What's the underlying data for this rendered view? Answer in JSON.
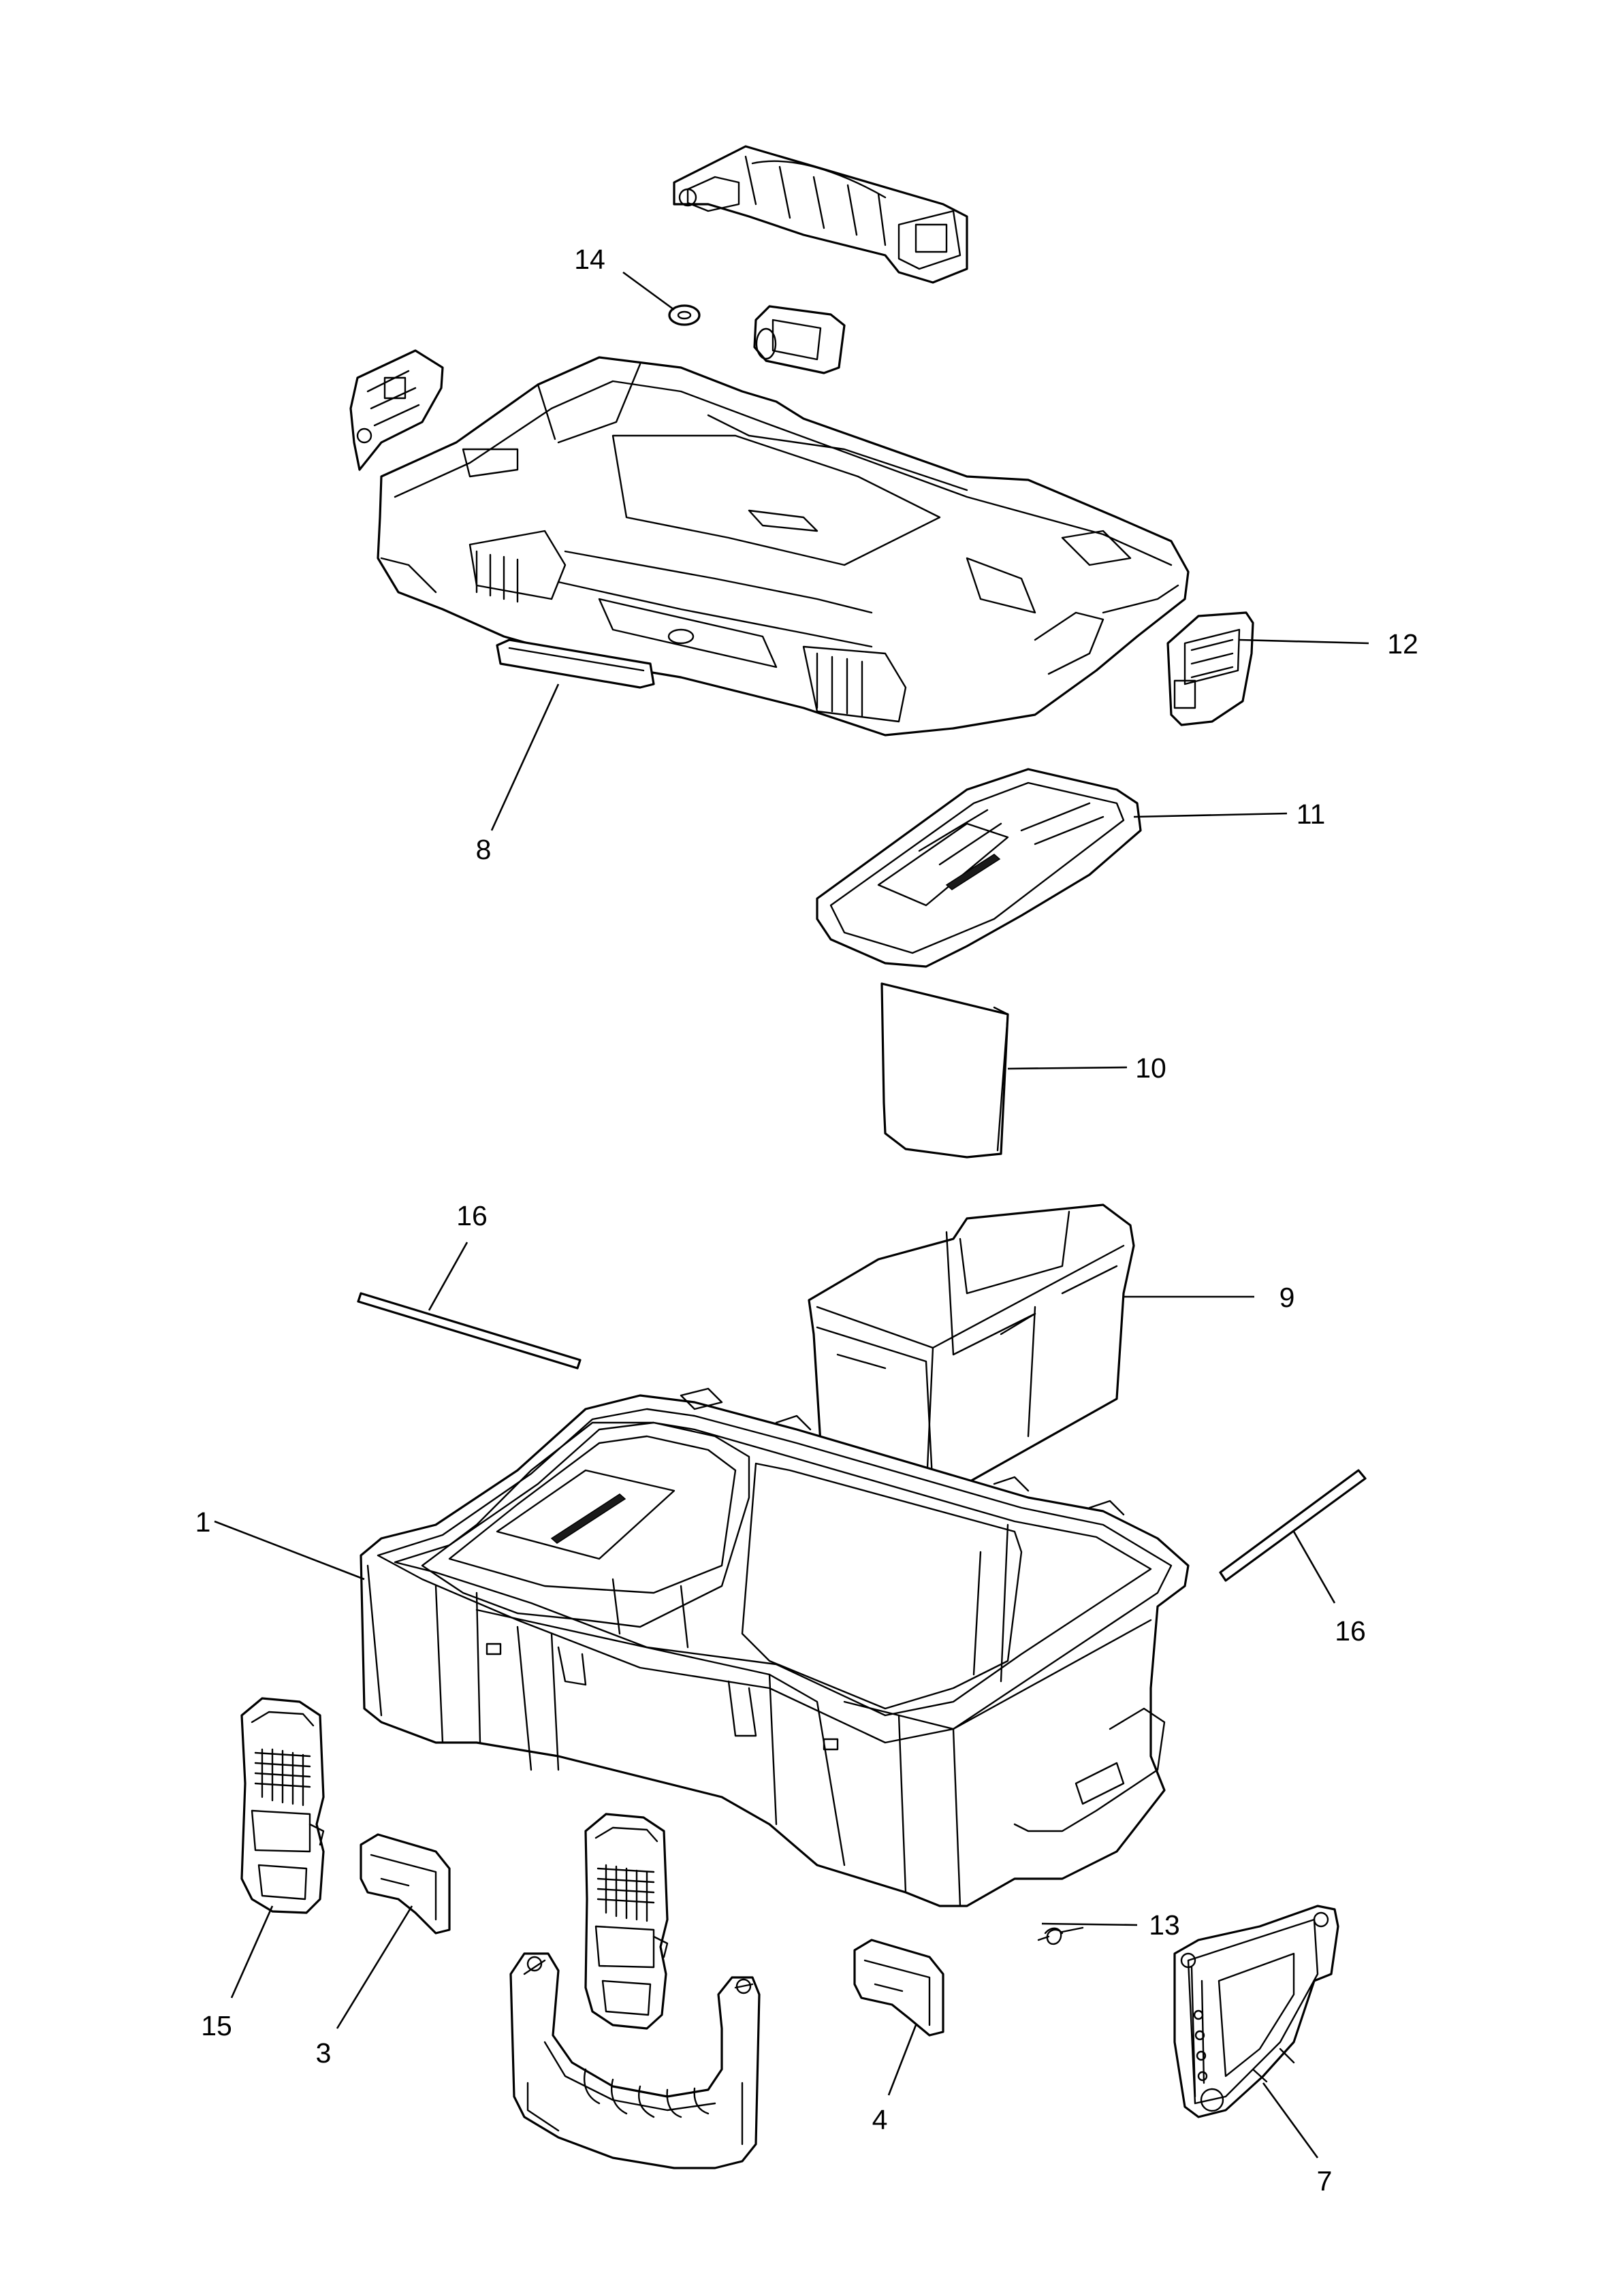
{
  "callouts": [
    {
      "id": "1",
      "label": "1"
    },
    {
      "id": "3",
      "label": "3"
    },
    {
      "id": "4",
      "label": "4"
    },
    {
      "id": "7",
      "label": "7"
    },
    {
      "id": "8",
      "label": "8"
    },
    {
      "id": "9",
      "label": "9"
    },
    {
      "id": "10",
      "label": "10"
    },
    {
      "id": "11",
      "label": "11"
    },
    {
      "id": "12",
      "label": "12"
    },
    {
      "id": "13",
      "label": "13"
    },
    {
      "id": "14",
      "label": "14"
    },
    {
      "id": "15",
      "label": "15"
    },
    {
      "id": "16a",
      "label": "16"
    },
    {
      "id": "16b",
      "label": "16"
    }
  ]
}
